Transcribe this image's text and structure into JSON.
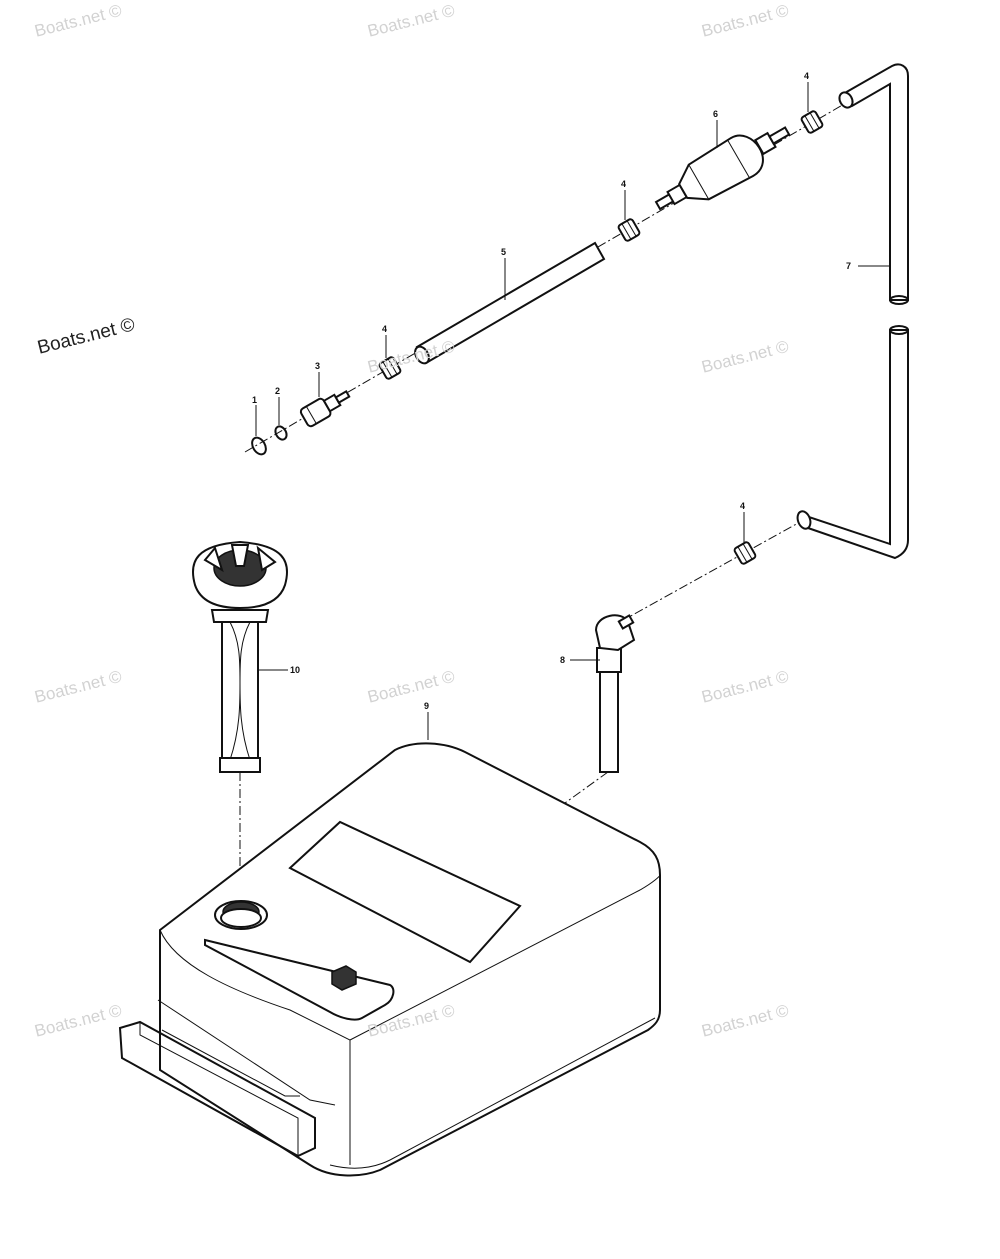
{
  "watermark": {
    "text": "Boats.net ©",
    "primary_text": "Boats.net ©"
  },
  "callouts": {
    "c1": "1",
    "c2": "2",
    "c3": "3",
    "c4a": "4",
    "c4b": "4",
    "c4c": "4",
    "c4d": "4",
    "c5": "5",
    "c6": "6",
    "c7": "7",
    "c8": "8",
    "c9": "9",
    "c10": "10"
  },
  "colors": {
    "line": "#111111",
    "watermark": "#d2d2d2",
    "background": "#ffffff"
  }
}
